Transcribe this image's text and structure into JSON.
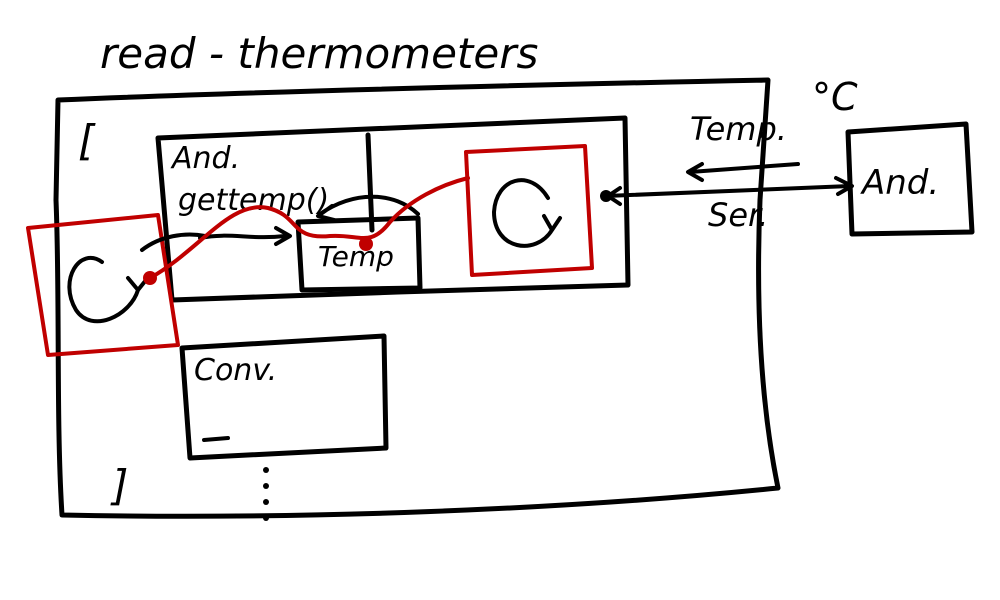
{
  "title": "read - thermometers",
  "labels": {
    "and_getter": "And.",
    "get_temp": "gettemp()",
    "temp_box": "Temp",
    "convert": "Conv.",
    "temp_signal": "Temp.",
    "serial": "Ser.",
    "unit": "°C",
    "arduino": "And.",
    "list_open": "[",
    "list_close": "]"
  },
  "colors": {
    "ink": "#000000",
    "red": "#c00000"
  }
}
